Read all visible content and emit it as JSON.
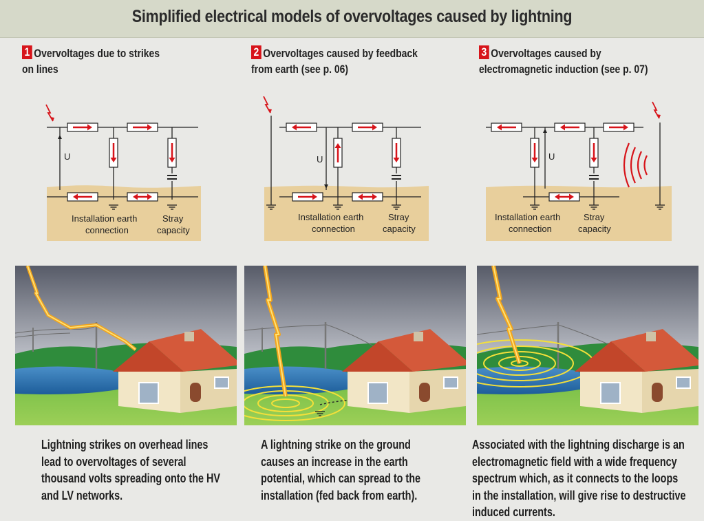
{
  "title": "Simplified electrical models of overvoltages caused by lightning",
  "cases": [
    {
      "number": "1",
      "heading_line1": "Overvoltages due to strikes",
      "heading_line2": "on lines",
      "u_label": "U",
      "earth_label_1": "Installation earth",
      "earth_label_2": "connection",
      "stray_label_1": "Stray",
      "stray_label_2": "capacity",
      "caption_lines": [
        "Lightning strikes on overhead lines",
        "lead to overvoltages of several",
        "thousand volts spreading onto the HV",
        "and LV networks."
      ]
    },
    {
      "number": "2",
      "heading_line1": "Overvoltages caused by feedback",
      "heading_line2": "from earth (see p. 06)",
      "u_label": "U",
      "earth_label_1": "Installation earth",
      "earth_label_2": "connection",
      "stray_label_1": "Stray",
      "stray_label_2": "capacity",
      "caption_lines": [
        "A lightning strike on the ground",
        "causes an increase in the earth",
        "potential, which can spread to the",
        "installation (fed back from earth)."
      ]
    },
    {
      "number": "3",
      "heading_line1": "Overvoltages caused by",
      "heading_line2": "electromagnetic induction (see p. 07)",
      "u_label": "U",
      "earth_label_1": "Installation earth",
      "earth_label_2": "connection",
      "stray_label_1": "Stray",
      "stray_label_2": "capacity",
      "caption_lines": [
        "Associated with the lightning discharge is an",
        "electromagnetic field with a wide frequency",
        "spectrum which, as it connects to the loops",
        "in the installation, will give rise to destructive",
        "induced currents."
      ]
    }
  ],
  "colors": {
    "accent_red": "#d7141a",
    "ground_tan": "#e8cf9c",
    "bolt_orange": "#f2a41c"
  }
}
